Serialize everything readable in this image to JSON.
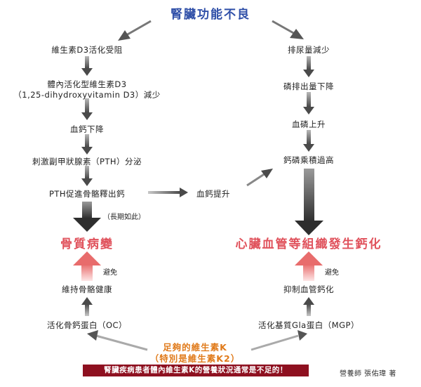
{
  "title": "腎臟功能不良",
  "left_chain": {
    "n1": "維生素D3活化受阻",
    "n2_line1": "體內活化型維生素D3",
    "n2_line2": "（1,25-dihydroxyvitamin D3）減少",
    "n3": "血鈣下降",
    "n4": "刺激副甲狀腺素（PTH）分泌",
    "n5": "PTH促進骨骼釋出鈣",
    "long_term_note": "（長期如此）",
    "outcome": "骨質病變",
    "avoid_label": "避免",
    "maintain": "維持骨骼健康",
    "oc": "活化骨鈣蛋白（OC）"
  },
  "middle": {
    "calcium_rise": "血鈣提升"
  },
  "right_chain": {
    "n1": "排尿量減少",
    "n2": "磷排出量下降",
    "n3": "血磷上升",
    "n4": "鈣磷乘積過高",
    "outcome": "心臟血管等組織發生鈣化",
    "avoid_label": "避免",
    "inhibit": "抑制血管鈣化",
    "mgp": "活化基質Gla蛋白（MGP）"
  },
  "vitamin_k": {
    "line1": "足夠的維生素K",
    "line2": "（特別是維生素K2）"
  },
  "banner": "腎臟疾病患者體內維生素K的營養狀況通常是不足的！",
  "author": "營養師 張佑瑋 著",
  "colors": {
    "title_blue": "#2f4fa8",
    "outcome_red": "#e0525c",
    "vitamin_orange": "#e07a1a",
    "banner_bg": "#8e1020",
    "arrow_gray": "#5a5a5a",
    "arrow_pink": "#ec8a8a"
  }
}
